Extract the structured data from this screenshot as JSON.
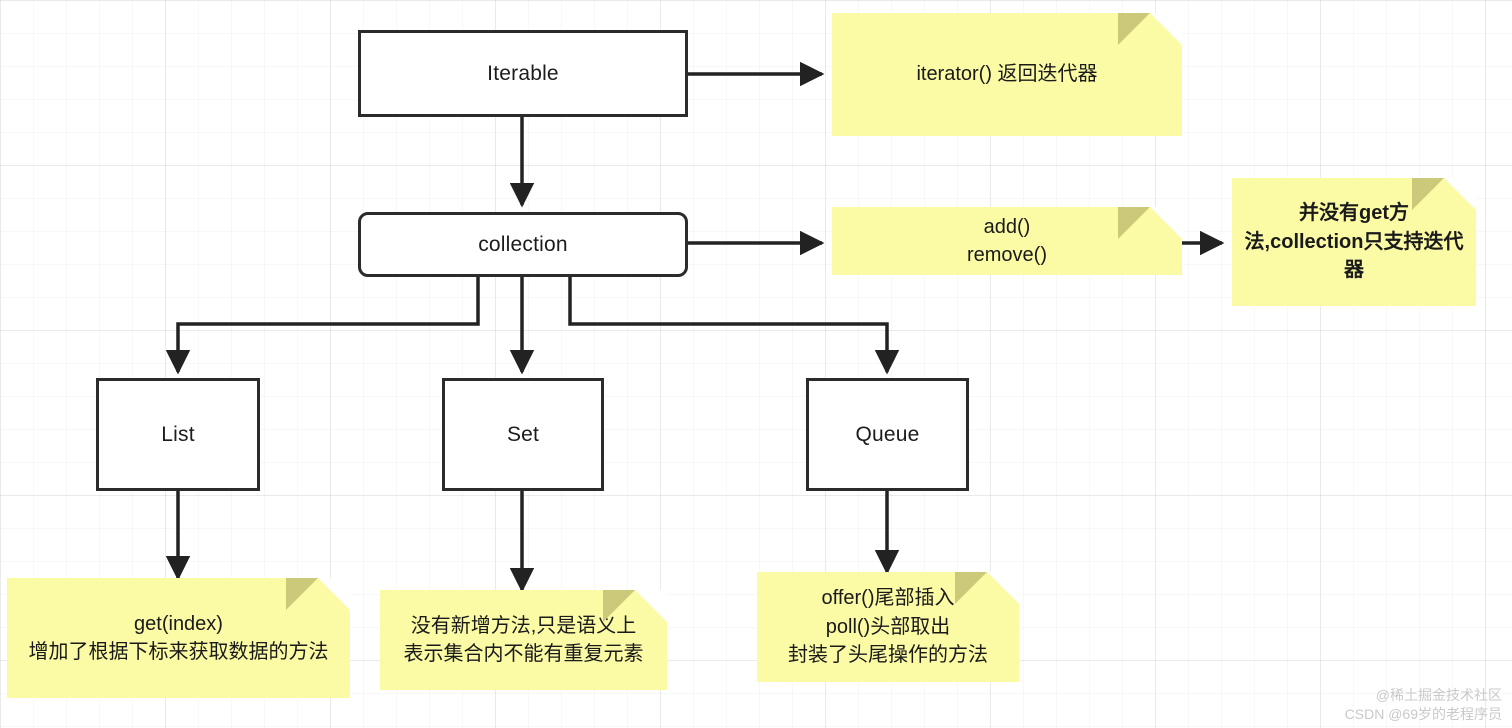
{
  "diagram": {
    "title": "Java Collection hierarchy flow chart",
    "background": {
      "grid_color": "#e8e8e8",
      "page_color": "#ffffff"
    },
    "colors": {
      "note_fill": "#fbfba6",
      "note_fold": "#ccca7a",
      "node_stroke": "#2b2b2b",
      "node_fill": "#ffffff",
      "edge_stroke": "#222222",
      "watermark": "#c9c9c9"
    },
    "nodes": [
      {
        "id": "iterable",
        "label": "Iterable"
      },
      {
        "id": "collection",
        "label": "collection"
      },
      {
        "id": "list",
        "label": "List"
      },
      {
        "id": "set",
        "label": "Set"
      },
      {
        "id": "queue",
        "label": "Queue"
      }
    ],
    "notes": [
      {
        "id": "note-iterator",
        "text": "iterator()  返回迭代器"
      },
      {
        "id": "note-add-remove",
        "text": "add()\nremove()"
      },
      {
        "id": "note-no-get",
        "text": "并没有get方法,collection只支持迭代器"
      },
      {
        "id": "note-list",
        "text": "get(index)\n增加了根据下标来获取数据的方法"
      },
      {
        "id": "note-set",
        "text": "没有新增方法,只是语义上\n表示集合内不能有重复元素"
      },
      {
        "id": "note-queue",
        "text": "offer()尾部插入\npoll()头部取出\n封装了头尾操作的方法"
      }
    ],
    "edges": [
      {
        "id": "edge-iterable-to-iterator",
        "from": "iterable",
        "to": "note-iterator"
      },
      {
        "id": "edge-iterable-to-collection",
        "from": "iterable",
        "to": "collection"
      },
      {
        "id": "edge-collection-to-add",
        "from": "collection",
        "to": "note-add-remove"
      },
      {
        "id": "edge-add-to-noget",
        "from": "note-add-remove",
        "to": "note-no-get"
      },
      {
        "id": "edge-collection-to-list",
        "from": "collection",
        "to": "list"
      },
      {
        "id": "edge-collection-to-set",
        "from": "collection",
        "to": "set"
      },
      {
        "id": "edge-collection-to-queue",
        "from": "collection",
        "to": "queue"
      },
      {
        "id": "edge-list-to-note",
        "from": "list",
        "to": "note-list"
      },
      {
        "id": "edge-set-to-note",
        "from": "set",
        "to": "note-set"
      },
      {
        "id": "edge-queue-to-note",
        "from": "queue",
        "to": "note-queue"
      }
    ]
  },
  "watermark": {
    "line1": "@稀土掘金技术社区",
    "line2": "CSDN @69岁的老程序员"
  }
}
